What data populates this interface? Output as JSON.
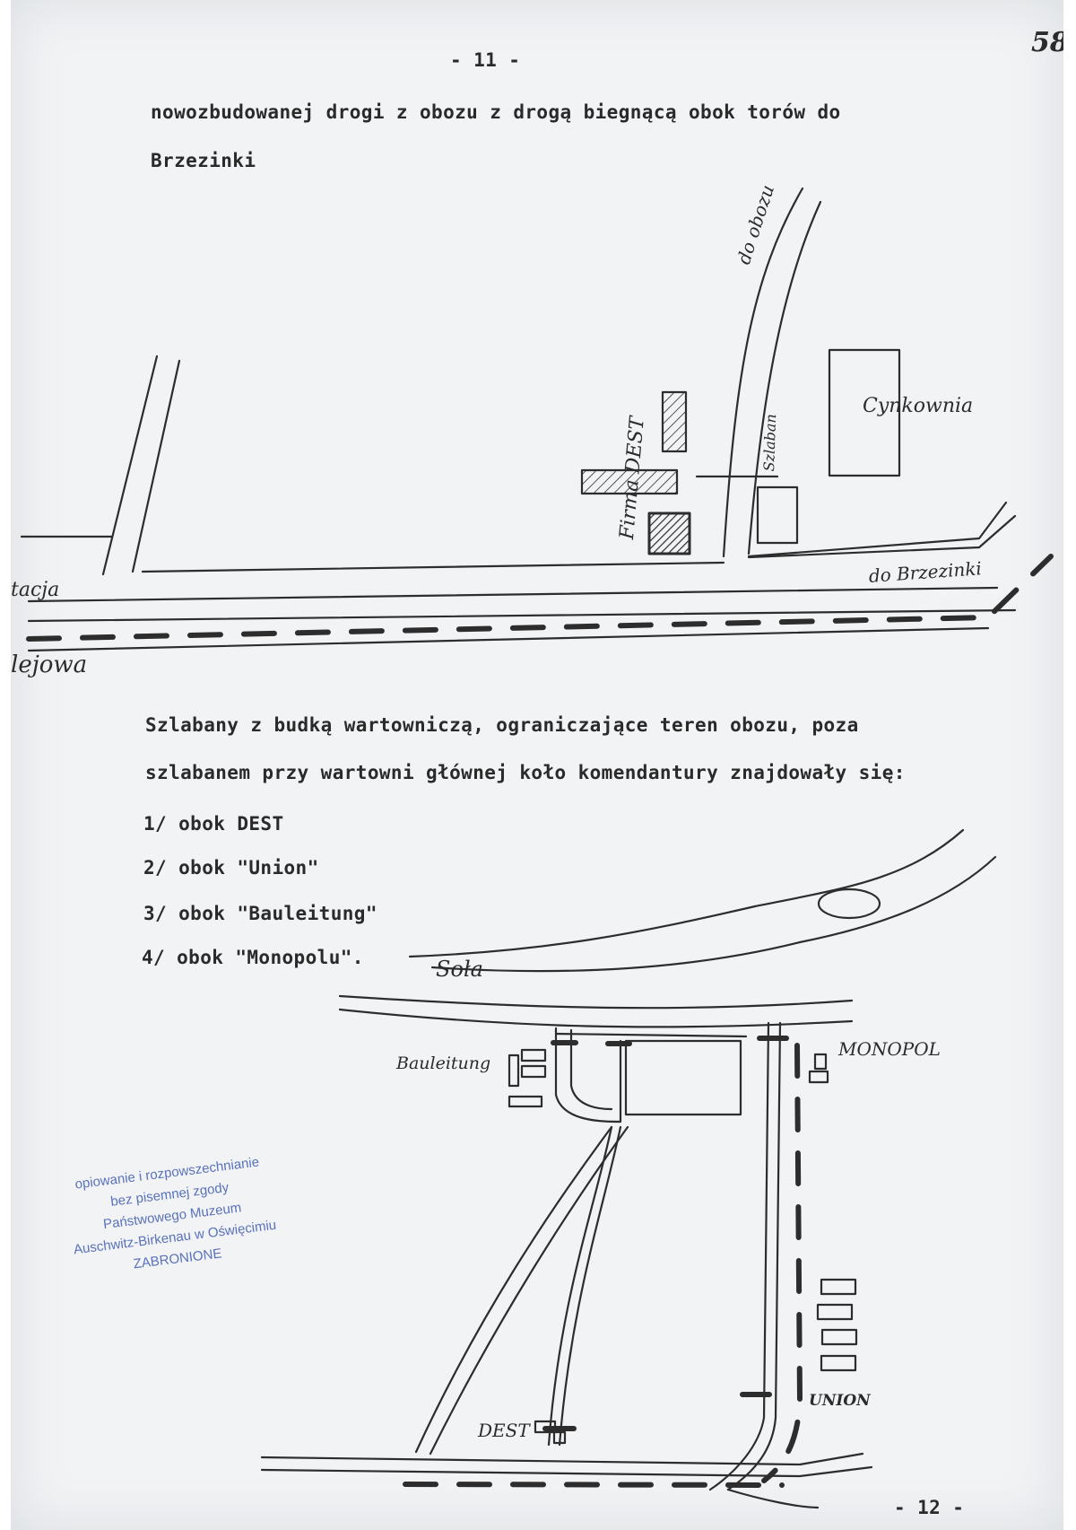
{
  "page": {
    "number_top": "- 11 -",
    "handwritten_number": "58",
    "number_bottom": "- 12 -"
  },
  "paragraphs": {
    "intro_line1": "nowozbudowanej drogi z obozu z drogą biegnącą obok torów do",
    "intro_line2": "Brzezinki",
    "barriers_line1": "Szlabany z budką wartowniczą, ograniczające teren obozu, poza",
    "barriers_line2": "szlabanem przy wartowni głównej koło komendantury znajdowały się:"
  },
  "barrier_list": [
    "1/ obok DEST",
    "2/ obok \"Union\"",
    "3/ obok \"Bauleitung\"",
    "4/ obok \"Monopolu\"."
  ],
  "sketch_top": {
    "labels": {
      "do_obozu": "do obozu",
      "szlaban": "Szlaban",
      "cynkownia": "Cynkownia",
      "firma_dest": "Firma DEST",
      "do_brzezinki": "do Brzezinki",
      "stacja_partial": "tacja",
      "kolejowa_partial": "lejowa"
    }
  },
  "sketch_bottom": {
    "labels": {
      "sola": "Soła",
      "bauleitung": "Bauleitung",
      "monopol": "MONOPOL",
      "dest": "DEST",
      "union": "UNION"
    }
  },
  "stamp": {
    "line1": "opiowanie i rozpowszechnianie",
    "line2": "bez pisemnej zgody",
    "line3": "Państwowego Muzeum",
    "line4": "Auschwitz-Birkenau w Oświęcimiu",
    "line5": "ZABRONIONE",
    "color": "#3f5bb0"
  }
}
